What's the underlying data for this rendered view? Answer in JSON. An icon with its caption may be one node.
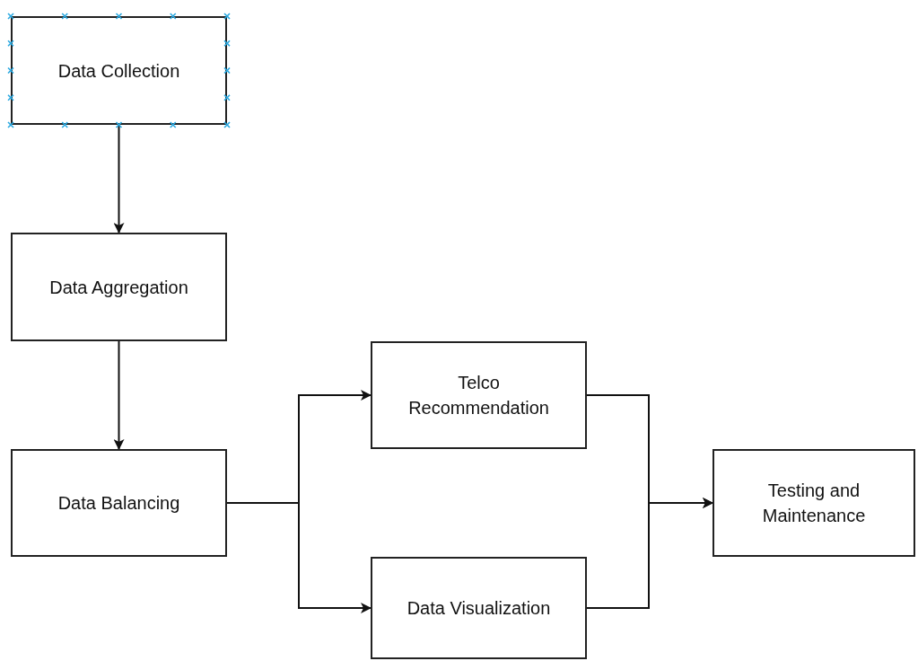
{
  "diagram": {
    "nodes": [
      {
        "text": [
          "Data Collection"
        ]
      },
      {
        "text": [
          "Data Aggregation"
        ]
      },
      {
        "text": [
          "Data Balancing"
        ]
      },
      {
        "text": [
          "Telco Recommendation"
        ]
      },
      {
        "text": [
          "Data Visualization"
        ]
      },
      {
        "text": [
          "Testing and Maintenance"
        ]
      }
    ],
    "edges": [
      {
        "from": 0,
        "to": 1,
        "arrow": "to"
      },
      {
        "from": 1,
        "to": 2,
        "arrow": "to"
      },
      {
        "from": 2,
        "to": 3,
        "arrow": "to"
      },
      {
        "from": 2,
        "to": 4,
        "arrow": "to"
      },
      {
        "from": 3,
        "to": 5,
        "arrow": "to"
      },
      {
        "from": 4,
        "to": 5,
        "arrow": "to"
      }
    ]
  }
}
